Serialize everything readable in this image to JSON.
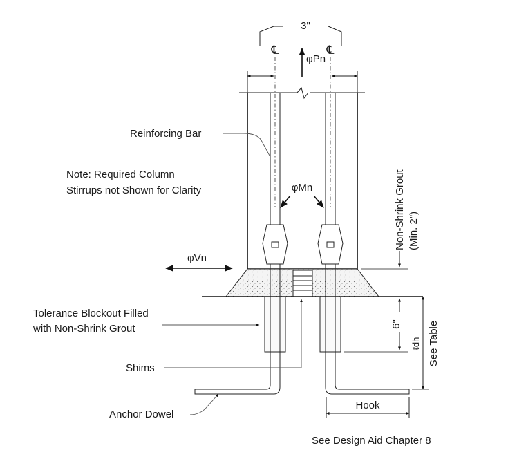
{
  "labels": {
    "spacing": "3\"",
    "centerline_left": "℄",
    "centerline_right": "℄",
    "axial_force": "φPn",
    "reinforcing_bar": "Reinforcing Bar",
    "note_line1": "Note: Required Column",
    "note_line2": "Stirrups not Shown for Clarity",
    "moment": "φMn",
    "shear": "φVn",
    "grout": "Non-Shrink Grout",
    "grout_min": "(Min. 2\")",
    "blockout_line1": "Tolerance Blockout Filled",
    "blockout_line2": "with Non-Shrink Grout",
    "six_inch": "6\"",
    "ldh": "ℓdh",
    "see_table": "See Table",
    "shims": "Shims",
    "hook": "Hook",
    "anchor_dowel": "Anchor Dowel",
    "footnote": "See Design Aid Chapter 8"
  }
}
